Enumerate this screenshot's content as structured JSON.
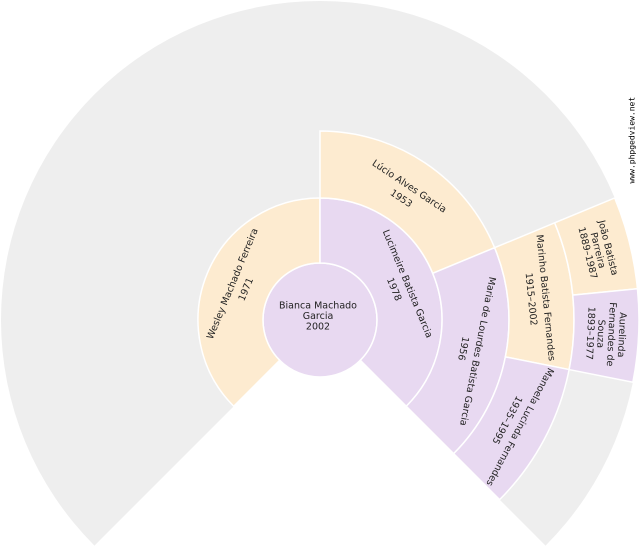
{
  "watermark": "www.phpgedview.net",
  "colors": {
    "background_fan": "#eeeeee",
    "male": "#fdebd0",
    "female": "#e8d9f1",
    "separator": "#ffffff"
  },
  "people": [
    {
      "id": "root",
      "gen": 0,
      "start": -135,
      "end": 135,
      "sex": "female",
      "lines": [
        "Bianca Machado",
        "Garcia",
        "2002"
      ]
    },
    {
      "id": "father",
      "gen": 1,
      "start": -135,
      "end": 0,
      "sex": "male",
      "lines": [
        "Wesley Machado Ferreira",
        "1971"
      ]
    },
    {
      "id": "mother",
      "gen": 1,
      "start": 0,
      "end": 135,
      "sex": "female",
      "lines": [
        "Lucimeire Batista Garcia",
        "1978"
      ]
    },
    {
      "id": "mother-father",
      "gen": 2,
      "start": 0,
      "end": 67.5,
      "sex": "male",
      "lines": [
        "Lúcio Alves Garcia",
        "1953"
      ]
    },
    {
      "id": "mother-mother",
      "gen": 2,
      "start": 67.5,
      "end": 135,
      "sex": "female",
      "lines": [
        "Maria de Lourdes Batista Garcia",
        "1956"
      ]
    },
    {
      "id": "mm-father",
      "gen": 3,
      "start": 67.5,
      "end": 101.25,
      "sex": "male",
      "lines": [
        "Marinho Batista Fernandes",
        "1915–2002"
      ]
    },
    {
      "id": "mm-mother",
      "gen": 3,
      "start": 101.25,
      "end": 135,
      "sex": "female",
      "lines": [
        "Manoela Lucinda Fernandes",
        "1935–1995"
      ]
    },
    {
      "id": "mmf-father",
      "gen": 4,
      "start": 67.5,
      "end": 84.375,
      "sex": "male",
      "lines": [
        "João Batista",
        "Parreira",
        "1889–1987"
      ]
    },
    {
      "id": "mmf-mother",
      "gen": 4,
      "start": 84.375,
      "end": 101.25,
      "sex": "female",
      "lines": [
        "Aurelinda",
        "Fernandes de",
        "Souza",
        "1893–1977"
      ]
    }
  ]
}
